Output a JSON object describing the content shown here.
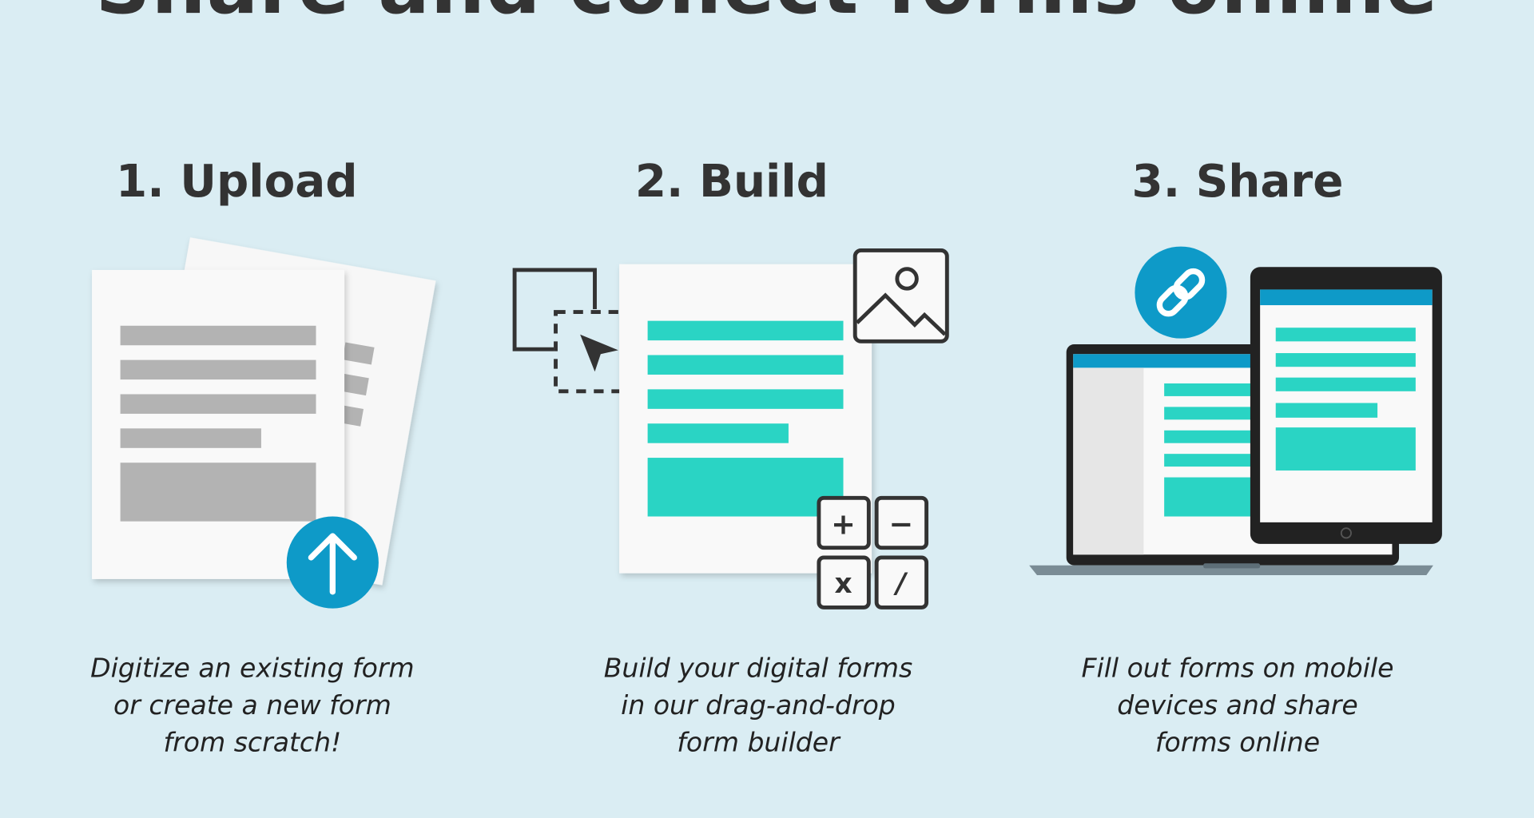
{
  "title": "Share and collect forms online",
  "steps": [
    {
      "heading": "1. Upload",
      "caption": [
        "Digitize an existing form",
        "or create a new form",
        "from scratch!"
      ]
    },
    {
      "heading": "2. Build",
      "caption": [
        "Build your digital forms",
        "in our drag-and-drop",
        "form builder"
      ]
    },
    {
      "heading": "3. Share",
      "caption": [
        "Fill out forms on mobile",
        "devices and share",
        "forms online"
      ]
    }
  ],
  "calculator": {
    "plus": "+",
    "minus": "−",
    "times": "x",
    "divide": "/"
  },
  "colors": {
    "background": "#daedf3",
    "accent_blue": "#0e9ac8",
    "teal": "#2ad4c4",
    "grey_bar": "#b3b3b3",
    "dark": "#333333"
  }
}
